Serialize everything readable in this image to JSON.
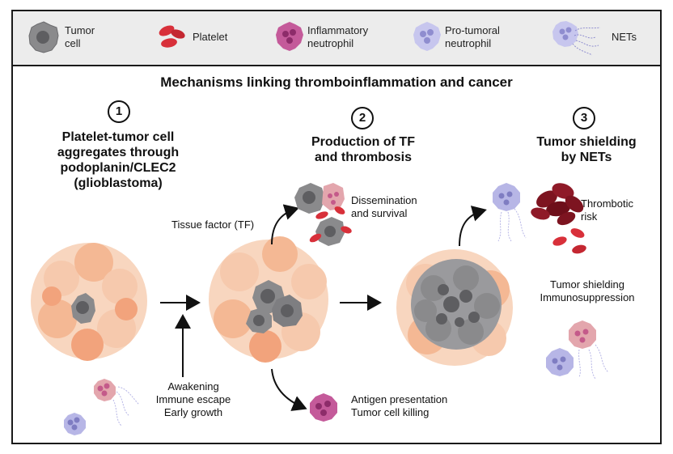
{
  "legend": {
    "tumor_cell": "Tumor\ncell",
    "platelet": "Platelet",
    "inflammatory_neutrophil": "Inflammatory\nneutrophil",
    "protumoral_neutrophil": "Pro-tumoral\nneutrophil",
    "nets": "NETs"
  },
  "title": "Mechanisms linking thromboinflammation and cancer",
  "steps": [
    {
      "number": "1",
      "heading": "Platelet-tumor cell\naggregates through\npodoplanin/CLEC2\n(glioblastoma)"
    },
    {
      "number": "2",
      "heading": "Production of TF\nand thrombosis"
    },
    {
      "number": "3",
      "heading": "Tumor shielding\nby NETs"
    }
  ],
  "labels": {
    "awakening": "Awakening\nImmune escape\nEarly growth",
    "tissue_factor": "Tissue factor (TF)",
    "dissemination": "Dissemination\nand survival",
    "antigen": "Antigen presentation\nTumor cell killing",
    "thrombotic_risk": "Thrombotic\nrisk",
    "shielding": "Tumor shielding\nImmunosuppression"
  },
  "colors": {
    "tumor_gray": "#8a8a8c",
    "tumor_nucleus": "#5e5e61",
    "cluster_peach": "#f6c9ad",
    "cluster_orange": "#f2a37c",
    "platelet_red": "#d8303a",
    "inflammatory_purple": "#c45a9a",
    "protumoral_lavender": "#b7b6e6",
    "thrombus_dark": "#7d1420"
  }
}
